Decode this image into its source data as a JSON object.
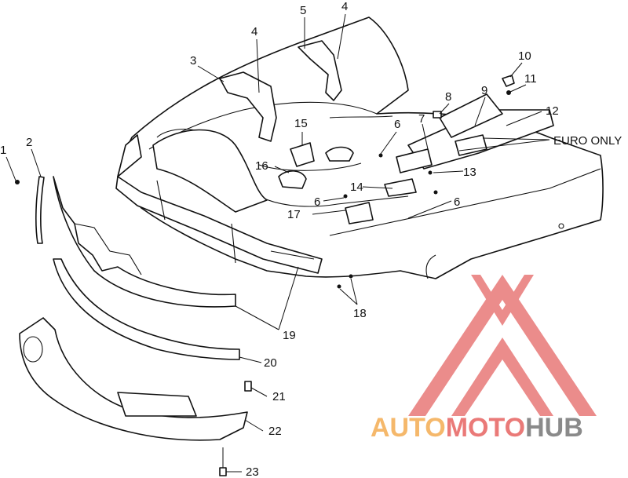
{
  "callouts": [
    "1",
    "2",
    "3",
    "4",
    "4",
    "5",
    "6",
    "6",
    "6",
    "7",
    "8",
    "9",
    "10",
    "11",
    "12",
    "13",
    "14",
    "15",
    "16",
    "17",
    "18",
    "19",
    "20",
    "21",
    "22",
    "23"
  ],
  "euro_label": "EURO ONLY",
  "logo": {
    "word_auto": "AUTO",
    "word_moto": "MOTO",
    "word_hub": "HUB",
    "color_auto": "#f5b86b",
    "color_moto": "#ea7a78",
    "color_hub": "#8a8a8a",
    "mark_color": "#e87877"
  }
}
